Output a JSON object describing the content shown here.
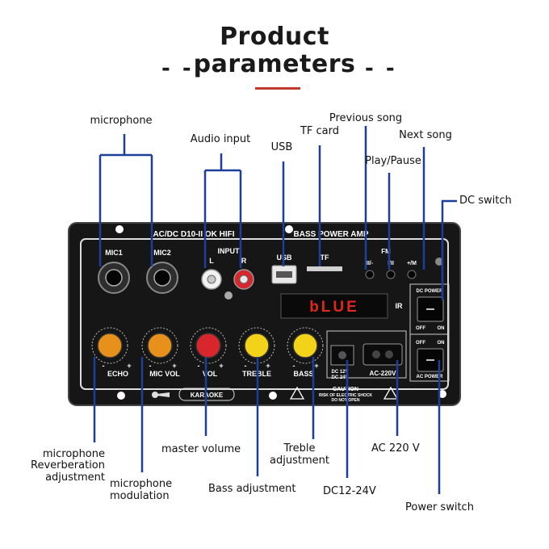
{
  "header": {
    "line1": "Product",
    "line2": "parameters",
    "dash_left": "- -",
    "dash_right": "- -"
  },
  "colors": {
    "callout": "#1d3f9a",
    "board": "#161616",
    "accent": "#c0392b",
    "knob_orange": "#e8901c",
    "knob_red": "#d8262d",
    "knob_yellow": "#f3d31a",
    "display": "#e0261f"
  },
  "callouts": {
    "microphone": "microphone",
    "audio_input": "Audio input",
    "usb": "USB",
    "tf_card": "TF card",
    "previous_song": "Previous song",
    "next_song": "Next song",
    "play_pause": "Play/Pause",
    "dc_switch": "DC switch",
    "mic_reverb": [
      "microphone",
      "Reverberation",
      "adjustment"
    ],
    "mic_modulation": [
      "microphone",
      "modulation"
    ],
    "master_volume": "master volume",
    "bass_adjustment": "Bass adjustment",
    "treble_adjustment": [
      "Treble",
      "adjustment"
    ],
    "ac_220": "AC 220 V",
    "dc_range": "DC12-24V",
    "power_switch": "Power switch"
  },
  "board": {
    "title": "AC/DC D10-II OK HIFI",
    "subtitle": "BASS POWER AMP",
    "mic1": "MIC1",
    "mic2": "MIC2",
    "input": "INPUT",
    "input_l": "L",
    "input_r": "R",
    "usb": "USB",
    "tf": "TF",
    "fm": "FM",
    "prev": "II/-",
    "mode": "I/II",
    "next": "+/M",
    "display_text": "bLUE",
    "ir": "IR",
    "dc_power": "DC POWER",
    "off": "OFF",
    "on": "ON",
    "knobs": [
      "ECHO",
      "MIC VOL",
      "VOL",
      "TREBLE",
      "BASS"
    ],
    "minus": "-",
    "plus": "+",
    "dc_rating": [
      "DC 12V",
      "DC 24V"
    ],
    "ac_label": "AC-220V",
    "ac_power": "AC POWER",
    "karaoke": "KARAOKE",
    "caution": [
      "CAUTION",
      "RISK OF ELECTRIC SHOCK",
      "DO NOT OPEN"
    ]
  }
}
